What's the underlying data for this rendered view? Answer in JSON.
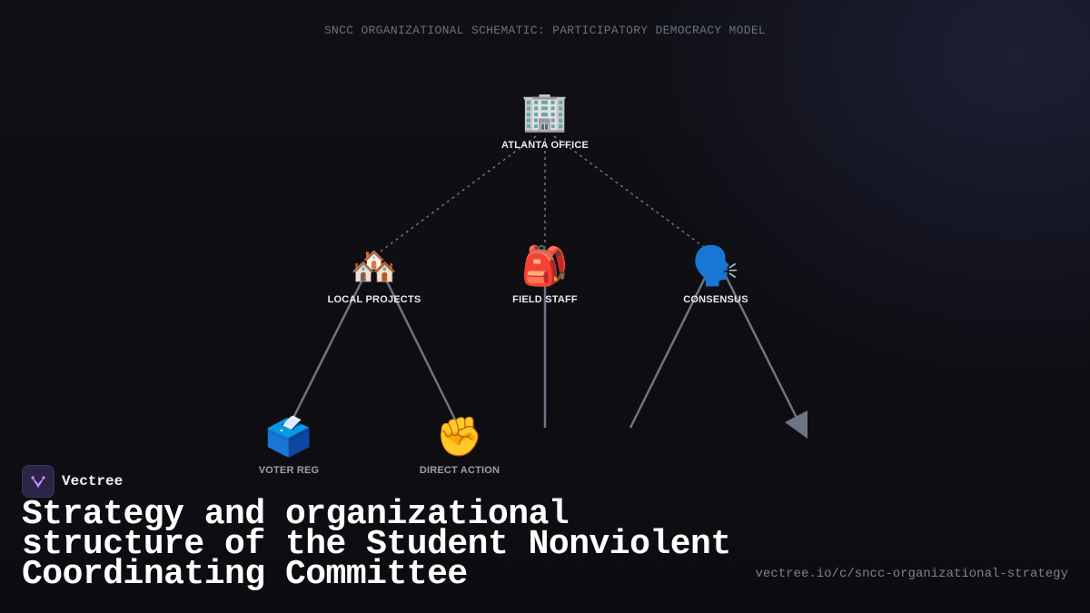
{
  "diagram": {
    "title": "SNCC ORGANIZATIONAL SCHEMATIC: PARTICIPATORY DEMOCRACY MODEL",
    "nodes": {
      "atlanta": {
        "label": "ATLANTA OFFICE",
        "icon": "office-building-icon",
        "glyph": "🏢"
      },
      "local": {
        "label": "LOCAL PROJECTS",
        "icon": "houses-icon",
        "glyph": "🏘️"
      },
      "field": {
        "label": "FIELD STAFF",
        "icon": "backpack-icon",
        "glyph": "🎒"
      },
      "consensus": {
        "label": "CONSENSUS",
        "icon": "speaking-head-icon",
        "glyph": "🗣️"
      },
      "voter": {
        "label": "VOTER REG",
        "icon": "ballot-box-icon",
        "glyph": "🗳️"
      },
      "direct": {
        "label": "DIRECT ACTION",
        "icon": "raised-fist-icon",
        "glyph": "✊"
      }
    },
    "edge_color": "#6b7585"
  },
  "brand": {
    "name": "Vectree",
    "logo_icon": "vectree-logo-icon",
    "accent": "#a86cf0"
  },
  "footer": {
    "title": "Strategy and organizational structure of the Student Nonviolent Coordinating Committee",
    "url": "vectree.io/c/sncc-organizational-strategy"
  }
}
